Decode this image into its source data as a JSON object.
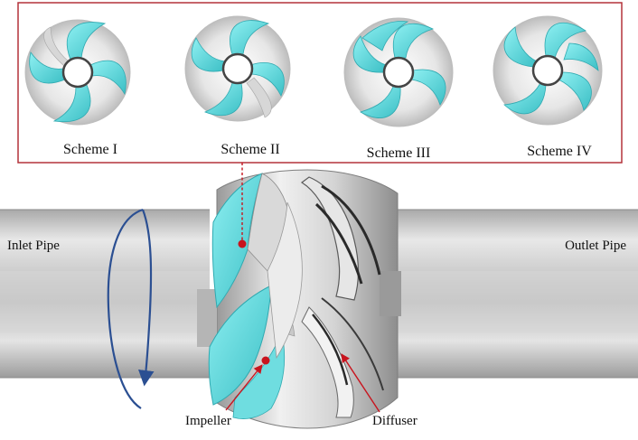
{
  "schemes": [
    {
      "label": "Scheme I"
    },
    {
      "label": "Scheme II"
    },
    {
      "label": "Scheme III"
    },
    {
      "label": "Scheme IV"
    }
  ],
  "labels": {
    "inlet": "Inlet Pipe",
    "outlet": "Outlet Pipe",
    "impeller": "Impeller",
    "diffuser": "Diffuser"
  },
  "colors": {
    "blade_cyan": "#5fd9dc",
    "blade_cyan_dark": "#2fa9b0",
    "frame_red": "#b4323a",
    "marker_red": "#c8141e",
    "arrow_blue": "#2b4f92",
    "pipe_grey": "#c9c9c9",
    "background": "#ffffff"
  },
  "icons": {
    "rotation": "curved-rotation-arrow-icon",
    "marker": "red-dot-marker-icon"
  }
}
